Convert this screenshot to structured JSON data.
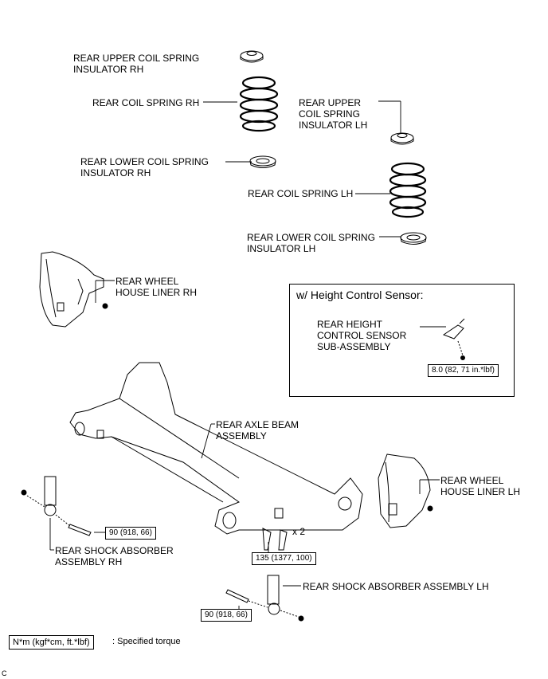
{
  "labels": {
    "upper_insulator_rh": "REAR UPPER COIL SPRING\nINSULATOR RH",
    "coil_spring_rh": "REAR COIL SPRING RH",
    "upper_insulator_lh": "REAR UPPER\nCOIL SPRING\nINSULATOR LH",
    "lower_insulator_rh": "REAR LOWER COIL SPRING\nINSULATOR RH",
    "coil_spring_lh": "REAR COIL SPRING LH",
    "lower_insulator_lh": "REAR LOWER COIL SPRING\nINSULATOR LH",
    "wheel_house_liner_rh": "REAR WHEEL\nHOUSE LINER RH",
    "height_sensor_box_title": "w/ Height Control Sensor:",
    "height_sensor": "REAR HEIGHT\nCONTROL SENSOR\nSUB-ASSEMBLY",
    "axle_beam": "REAR AXLE BEAM\nASSEMBLY",
    "wheel_house_liner_lh": "REAR WHEEL\nHOUSE LINER LH",
    "shock_absorber_rh": "REAR SHOCK ABSORBER\nASSEMBLY RH",
    "shock_absorber_lh": "REAR SHOCK ABSORBER ASSEMBLY LH",
    "quantity_x2": "x 2"
  },
  "torques": {
    "height_sensor": "8.0 (82, 71 in.*lbf)",
    "shock_rh": "90 (918, 66)",
    "axle_beam_bolt": "135 (1377, 100)",
    "shock_lh": "90 (918, 66)"
  },
  "legend": {
    "unit_box": "N*m (kgf*cm, ft.*lbf)",
    "description": ": Specified torque"
  },
  "corner_mark": "C"
}
